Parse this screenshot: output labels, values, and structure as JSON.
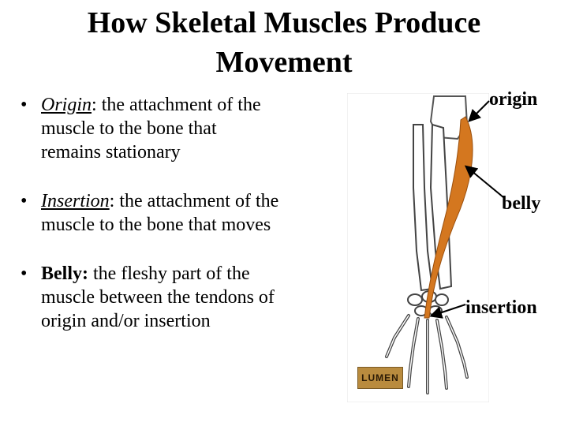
{
  "title": {
    "line1": "How Skeletal Muscles Produce",
    "line2": "Movement"
  },
  "bullets": [
    {
      "term": "Origin",
      "sep": ": ",
      "text": "the attachment of the muscle to the bone that remains stationary"
    },
    {
      "term": "Insertion",
      "sep": ": ",
      "text": "the attachment of the muscle to the bone that moves"
    },
    {
      "term": "Belly:",
      "sep": " ",
      "text": "the fleshy part of the muscle between the tendons of origin and/or insertion"
    }
  ],
  "figure": {
    "labels": {
      "origin": "origin",
      "belly": "belly",
      "insertion": "insertion"
    },
    "logo": "LUMEN",
    "muscle_color": "#d4771f"
  }
}
